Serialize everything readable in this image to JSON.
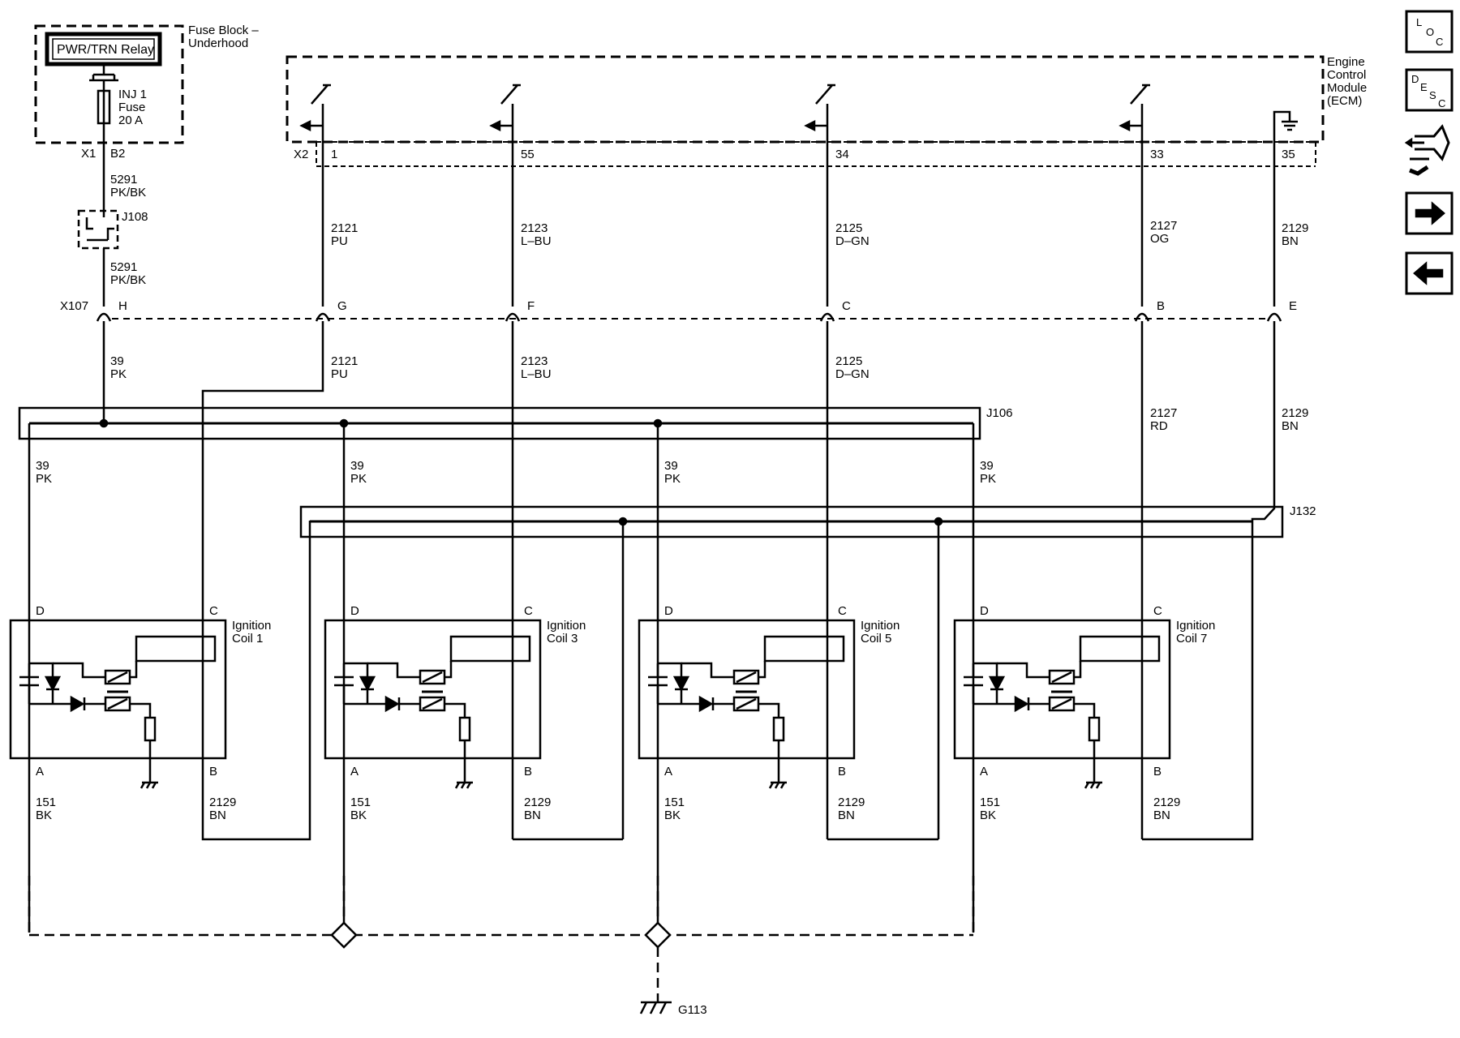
{
  "fuse_block": {
    "title_line1": "Fuse Block –",
    "title_line2": "Underhood",
    "relay_label": "PWR/TRN Relay",
    "fuse_line1": "INJ 1",
    "fuse_line2": "Fuse",
    "fuse_line3": "20 A",
    "connector": "X1",
    "pin": "B2"
  },
  "ecm": {
    "line1": "Engine",
    "line2": "Control",
    "line3": "Module",
    "line4": "(ECM)",
    "connector": "X2",
    "pins": [
      "1",
      "55",
      "34",
      "33",
      "35"
    ]
  },
  "wires_upper": [
    {
      "circuit": "2121",
      "color": "PU"
    },
    {
      "circuit": "2123",
      "color": "L–BU"
    },
    {
      "circuit": "2125",
      "color": "D–GN"
    },
    {
      "circuit": "2127",
      "color": "OG"
    },
    {
      "circuit": "2129",
      "color": "BN"
    }
  ],
  "feed_wire": {
    "circuit": "5291",
    "color": "PK/BK"
  },
  "splice_j108": "J108",
  "inline_connector": {
    "name": "X107",
    "pins": [
      "H",
      "G",
      "F",
      "C",
      "B",
      "E"
    ]
  },
  "wires_lower": [
    {
      "circuit": "39",
      "color": "PK"
    },
    {
      "circuit": "2121",
      "color": "PU"
    },
    {
      "circuit": "2123",
      "color": "L–BU"
    },
    {
      "circuit": "2125",
      "color": "D–GN"
    },
    {
      "circuit": "2127",
      "color": "RD"
    },
    {
      "circuit": "2129",
      "color": "BN"
    }
  ],
  "splice_j106": "J106",
  "splice_j132": "J132",
  "pk_branch": {
    "circuit": "39",
    "color": "PK"
  },
  "coils": [
    {
      "name_line1": "Ignition",
      "name_line2": "Coil 1"
    },
    {
      "name_line1": "Ignition",
      "name_line2": "Coil 3"
    },
    {
      "name_line1": "Ignition",
      "name_line2": "Coil 5"
    },
    {
      "name_line1": "Ignition",
      "name_line2": "Coil 7"
    }
  ],
  "coil_pins": {
    "d": "D",
    "c": "C",
    "a": "A",
    "b": "B"
  },
  "ground_wire": {
    "circuit": "151",
    "color": "BK"
  },
  "return_wire": {
    "circuit": "2129",
    "color": "BN"
  },
  "ground_label": "G113",
  "nav": {
    "loc_letters": [
      "L",
      "O",
      "C"
    ],
    "desc_letters": [
      "D",
      "E",
      "S",
      "C"
    ]
  }
}
